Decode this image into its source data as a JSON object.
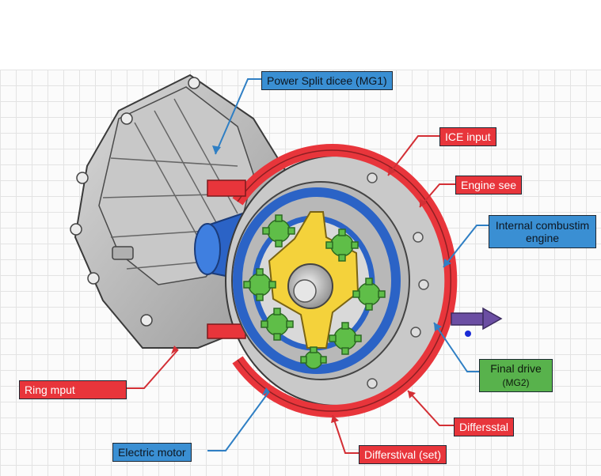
{
  "labels": {
    "power_split": "Power Split dicee (MG1)",
    "ice_input": "ICE input",
    "engine_see": "Engine see",
    "internal_combustion": "Internal combustim engine",
    "final_drive": "Final drive",
    "final_drive_sub": "(MG2)",
    "differsstal": "Differsstal",
    "differstival_set": "Differstival (set)",
    "electric_motor": "Electric motor",
    "ring_mput": "Ring mput"
  },
  "colors": {
    "red": "#e8353b",
    "blue": "#3a8fd3",
    "green": "#58b24c",
    "purple": "#6b4ea3",
    "yellow": "#f4d23b",
    "gear_green": "#5fbe48"
  },
  "icons": [
    "output-arrow-icon",
    "marker-dot-icon"
  ]
}
